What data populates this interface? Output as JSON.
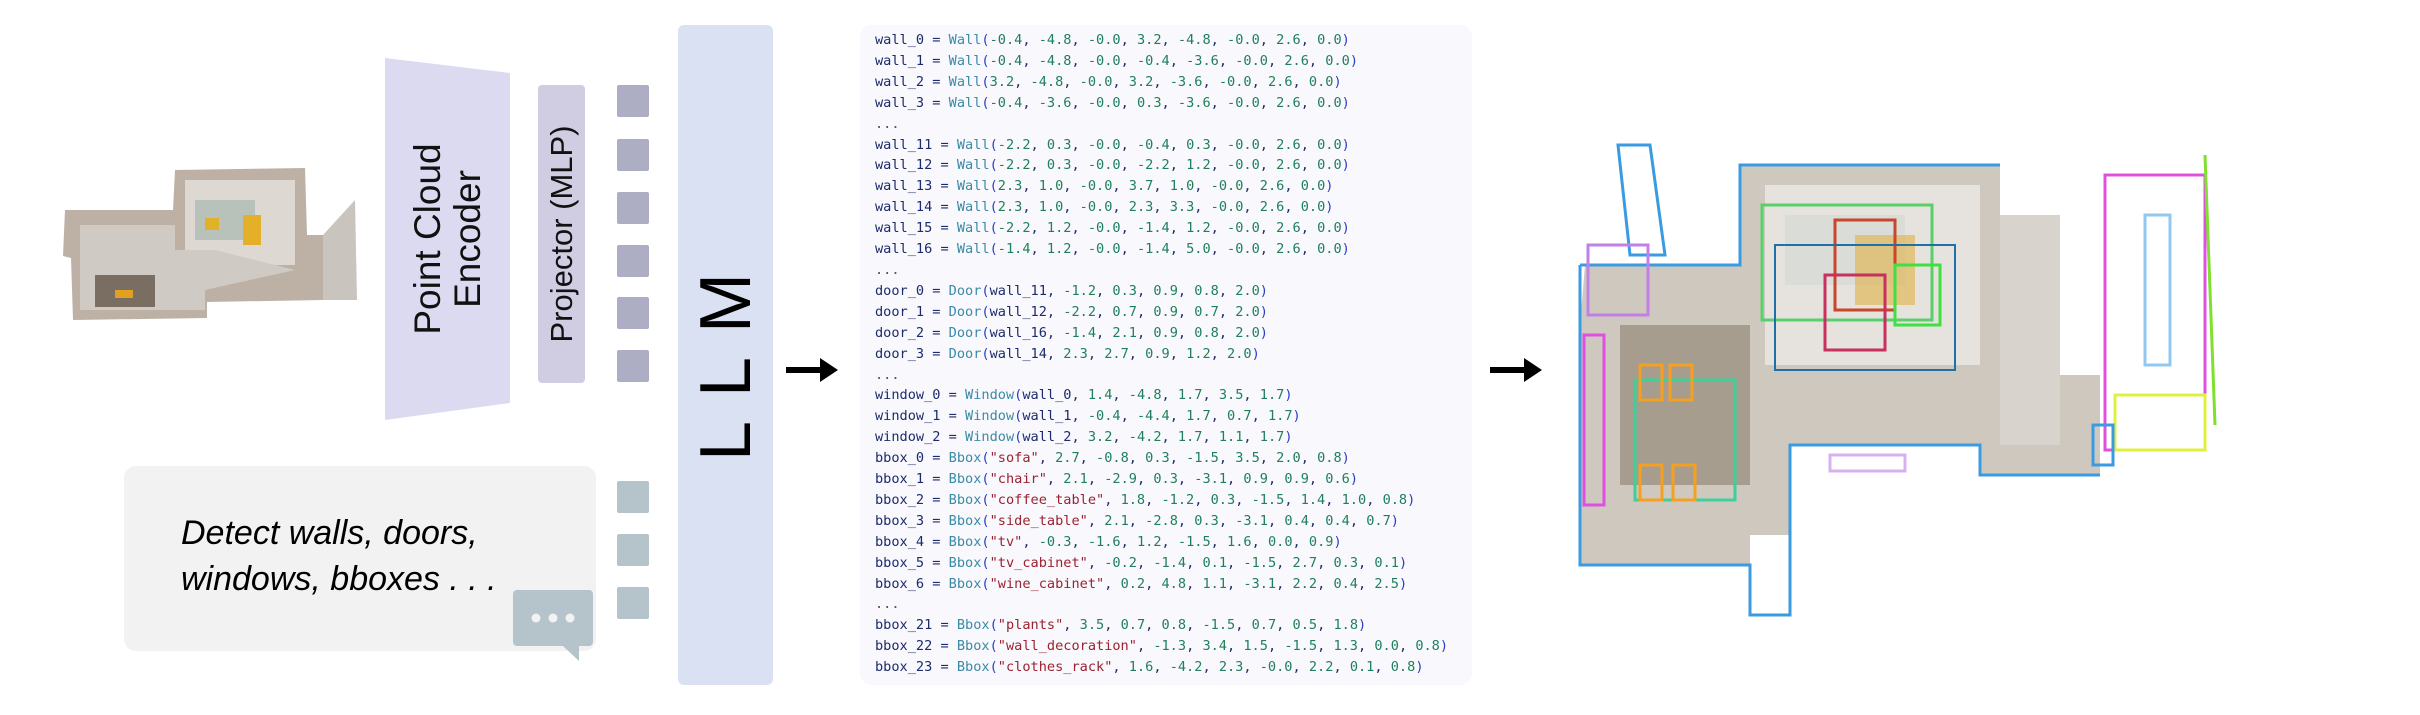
{
  "diagram": {
    "input_scene": {
      "label": "input point cloud scene"
    },
    "encoder": {
      "label_line1": "Point Cloud",
      "label_line2": "Encoder",
      "color": "#dcdaf0"
    },
    "projector": {
      "label": "Projector (MLP)",
      "color": "#d0cce2"
    },
    "point_tokens": {
      "count": 6,
      "color": "#adadc4"
    },
    "text_tokens": {
      "count": 3,
      "color": "#b5c3ca"
    },
    "llm": {
      "label": "LLM",
      "color": "#d9e1f3"
    },
    "prompt": {
      "line1": "Detect walls, doors,",
      "line2": "windows, bboxes . . .",
      "icon": "chat-bubble-ellipsis-icon"
    },
    "code_output": {
      "background": "#f8f8fd",
      "lines": [
        {
          "type": "call",
          "var": "wall_0",
          "fn": "Wall",
          "args": [
            "-0.4",
            "-4.8",
            "-0.0",
            "3.2",
            "-4.8",
            "-0.0",
            "2.6",
            "0.0"
          ]
        },
        {
          "type": "call",
          "var": "wall_1",
          "fn": "Wall",
          "args": [
            "-0.4",
            "-4.8",
            "-0.0",
            "-0.4",
            "-3.6",
            "-0.0",
            "2.6",
            "0.0"
          ]
        },
        {
          "type": "call",
          "var": "wall_2",
          "fn": "Wall",
          "args": [
            "3.2",
            "-4.8",
            "-0.0",
            "3.2",
            "-3.6",
            "-0.0",
            "2.6",
            "0.0"
          ]
        },
        {
          "type": "call",
          "var": "wall_3",
          "fn": "Wall",
          "args": [
            "-0.4",
            "-3.6",
            "-0.0",
            "0.3",
            "-3.6",
            "-0.0",
            "2.6",
            "0.0"
          ]
        },
        {
          "type": "ellipsis",
          "text": "..."
        },
        {
          "type": "call",
          "var": "wall_11",
          "fn": "Wall",
          "args": [
            "-2.2",
            "0.3",
            "-0.0",
            "-0.4",
            "0.3",
            "-0.0",
            "2.6",
            "0.0"
          ]
        },
        {
          "type": "call",
          "var": "wall_12",
          "fn": "Wall",
          "args": [
            "-2.2",
            "0.3",
            "-0.0",
            "-2.2",
            "1.2",
            "-0.0",
            "2.6",
            "0.0"
          ]
        },
        {
          "type": "call",
          "var": "wall_13",
          "fn": "Wall",
          "args": [
            "2.3",
            "1.0",
            "-0.0",
            "3.7",
            "1.0",
            "-0.0",
            "2.6",
            "0.0"
          ]
        },
        {
          "type": "call",
          "var": "wall_14",
          "fn": "Wall",
          "args": [
            "2.3",
            "1.0",
            "-0.0",
            "2.3",
            "3.3",
            "-0.0",
            "2.6",
            "0.0"
          ]
        },
        {
          "type": "call",
          "var": "wall_15",
          "fn": "Wall",
          "args": [
            "-2.2",
            "1.2",
            "-0.0",
            "-1.4",
            "1.2",
            "-0.0",
            "2.6",
            "0.0"
          ]
        },
        {
          "type": "call",
          "var": "wall_16",
          "fn": "Wall",
          "args": [
            "-1.4",
            "1.2",
            "-0.0",
            "-1.4",
            "5.0",
            "-0.0",
            "2.6",
            "0.0"
          ]
        },
        {
          "type": "ellipsis",
          "text": "..."
        },
        {
          "type": "call",
          "var": "door_0",
          "fn": "Door",
          "ref": "wall_11",
          "args": [
            "-1.2",
            "0.3",
            "0.9",
            "0.8",
            "2.0"
          ]
        },
        {
          "type": "call",
          "var": "door_1",
          "fn": "Door",
          "ref": "wall_12",
          "args": [
            "-2.2",
            "0.7",
            "0.9",
            "0.7",
            "2.0"
          ]
        },
        {
          "type": "call",
          "var": "door_2",
          "fn": "Door",
          "ref": "wall_16",
          "args": [
            "-1.4",
            "2.1",
            "0.9",
            "0.8",
            "2.0"
          ]
        },
        {
          "type": "call",
          "var": "door_3",
          "fn": "Door",
          "ref": "wall_14",
          "args": [
            "2.3",
            "2.7",
            "0.9",
            "1.2",
            "2.0"
          ]
        },
        {
          "type": "ellipsis",
          "text": "..."
        },
        {
          "type": "call",
          "var": "window_0",
          "fn": "Window",
          "ref": "wall_0",
          "args": [
            "1.4",
            "-4.8",
            "1.7",
            "3.5",
            "1.7"
          ]
        },
        {
          "type": "call",
          "var": "window_1",
          "fn": "Window",
          "ref": "wall_1",
          "args": [
            "-0.4",
            "-4.4",
            "1.7",
            "0.7",
            "1.7"
          ]
        },
        {
          "type": "call",
          "var": "window_2",
          "fn": "Window",
          "ref": "wall_2",
          "args": [
            "3.2",
            "-4.2",
            "1.7",
            "1.1",
            "1.7"
          ]
        },
        {
          "type": "call",
          "var": "bbox_0",
          "fn": "Bbox",
          "str": "\"sofa\"",
          "args": [
            "2.7",
            "-0.8",
            "0.3",
            "-1.5",
            "3.5",
            "2.0",
            "0.8"
          ]
        },
        {
          "type": "call",
          "var": "bbox_1",
          "fn": "Bbox",
          "str": "\"chair\"",
          "args": [
            "2.1",
            "-2.9",
            "0.3",
            "-3.1",
            "0.9",
            "0.9",
            "0.6"
          ]
        },
        {
          "type": "call",
          "var": "bbox_2",
          "fn": "Bbox",
          "str": "\"coffee_table\"",
          "args": [
            "1.8",
            "-1.2",
            "0.3",
            "-1.5",
            "1.4",
            "1.0",
            "0.8"
          ]
        },
        {
          "type": "call",
          "var": "bbox_3",
          "fn": "Bbox",
          "str": "\"side_table\"",
          "args": [
            "2.1",
            "-2.8",
            "0.3",
            "-3.1",
            "0.4",
            "0.4",
            "0.7"
          ]
        },
        {
          "type": "call",
          "var": "bbox_4",
          "fn": "Bbox",
          "str": "\"tv\"",
          "args": [
            "-0.3",
            "-1.6",
            "1.2",
            "-1.5",
            "1.6",
            "0.0",
            "0.9"
          ]
        },
        {
          "type": "call",
          "var": "bbox_5",
          "fn": "Bbox",
          "str": "\"tv_cabinet\"",
          "args": [
            "-0.2",
            "-1.4",
            "0.1",
            "-1.5",
            "2.7",
            "0.3",
            "0.1"
          ]
        },
        {
          "type": "call",
          "var": "bbox_6",
          "fn": "Bbox",
          "str": "\"wine_cabinet\"",
          "args": [
            "0.2",
            "4.8",
            "1.1",
            "-3.1",
            "2.2",
            "0.4",
            "2.5"
          ]
        },
        {
          "type": "ellipsis",
          "text": "..."
        },
        {
          "type": "call",
          "var": "bbox_21",
          "fn": "Bbox",
          "str": "\"plants\"",
          "args": [
            "3.5",
            "0.7",
            "0.8",
            "-1.5",
            "0.7",
            "0.5",
            "1.8"
          ]
        },
        {
          "type": "call",
          "var": "bbox_22",
          "fn": "Bbox",
          "str": "\"wall_decoration\"",
          "args": [
            "-1.3",
            "3.4",
            "1.5",
            "-1.5",
            "1.3",
            "0.0",
            "0.8"
          ]
        },
        {
          "type": "call",
          "var": "bbox_23",
          "fn": "Bbox",
          "str": "\"clothes_rack\"",
          "args": [
            "1.6",
            "-4.2",
            "2.3",
            "-0.0",
            "2.2",
            "0.1",
            "0.8"
          ]
        }
      ]
    },
    "output_scene": {
      "label": "reconstructed scene with detected layout and bounding boxes"
    },
    "colors": {
      "var": "#1c2b6b",
      "fn": "#3b8aa6",
      "num": "#1f7f5c",
      "str": "#9b2230",
      "paren": "#2b3fc4"
    }
  }
}
